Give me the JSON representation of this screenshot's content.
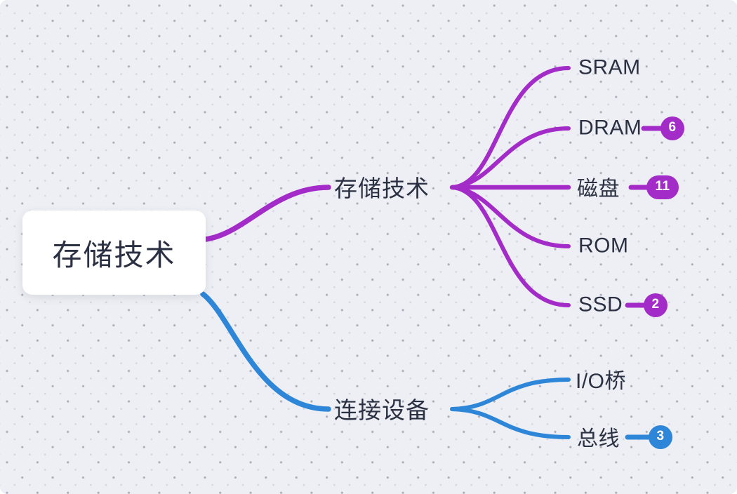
{
  "colors": {
    "storage_branch": "#a32cc8",
    "devices_branch": "#2e86d8",
    "node_text": "#2b3143",
    "canvas_background": "#edeff4",
    "root_background": "#ffffff",
    "badge_text": "#ffffff"
  },
  "map": {
    "root": {
      "label": "存储技术"
    },
    "branches": [
      {
        "label": "存储技术",
        "color": "#a32cc8",
        "children": [
          {
            "label": "SRAM"
          },
          {
            "label": "DRAM",
            "badge": "6"
          },
          {
            "label": "磁盘",
            "badge": "11"
          },
          {
            "label": "ROM"
          },
          {
            "label": "SSD",
            "badge": "2"
          }
        ]
      },
      {
        "label": "连接设备",
        "color": "#2e86d8",
        "children": [
          {
            "label": "I/O桥"
          },
          {
            "label": "总线",
            "badge": "3"
          }
        ]
      }
    ]
  }
}
